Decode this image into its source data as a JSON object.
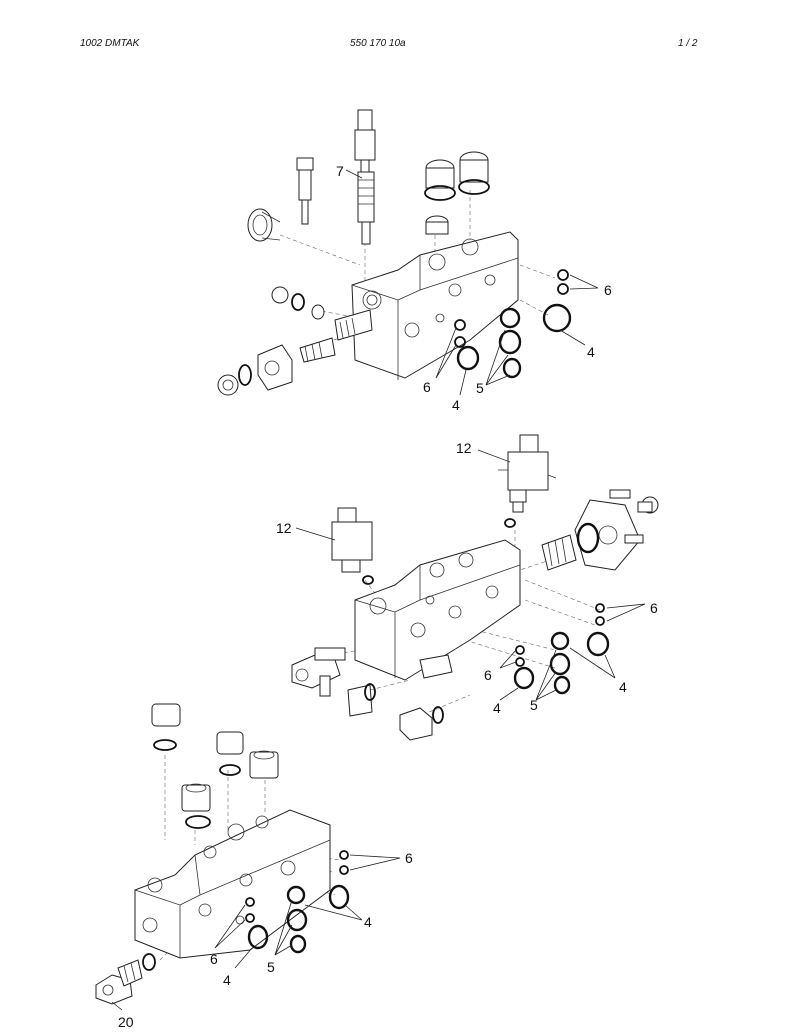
{
  "header": {
    "left": "1002 DMTAK",
    "center": "550 170 10a",
    "right": "1 /   2"
  },
  "diagrams": [
    {
      "callouts": [
        "7",
        "6",
        "4",
        "6",
        "4",
        "5"
      ]
    },
    {
      "callouts": [
        "12",
        "12",
        "6",
        "4",
        "6",
        "4",
        "5"
      ]
    },
    {
      "callouts": [
        "6",
        "4",
        "6",
        "4",
        "5",
        "20"
      ]
    }
  ]
}
